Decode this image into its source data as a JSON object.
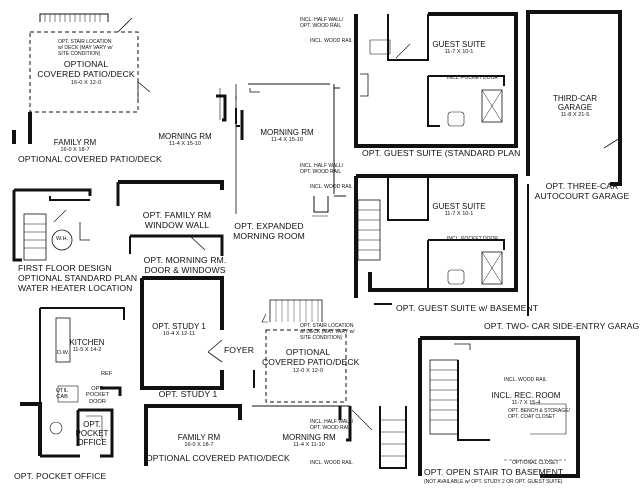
{
  "top_left": {
    "stair_note_line1": "OPT. STAIR LOCATION",
    "stair_note_line2": "w/ DECK (MAY VARY w/",
    "stair_note_line3": "SITE CONDITION)",
    "patio_line1": "OPTIONAL",
    "patio_line2": "COVERED PATIO/DECK",
    "patio_dim": "16-0 X 12-0",
    "family_title": "FAMILY RM",
    "family_dim": "16-0 X 18-7",
    "family_caption": "OPTIONAL COVERED PATIO/DECK"
  },
  "top_middle": {
    "morning_title": "MORNING RM",
    "morning_dim": "11-4 X 15-10"
  },
  "expanded": {
    "morning_title": "MORNING RM",
    "morning_dim": "11-4 X 15-10",
    "caption_line1": "OPT. EXPANDED",
    "caption_line2": "MORNING ROOM"
  },
  "family_window": {
    "caption_line1": "OPT. FAMILY RM",
    "caption_line2": "WINDOW WALL"
  },
  "morning_door": {
    "caption_line1": "OPT. MORNING RM.",
    "caption_line2": "DOOR & WINDOWS"
  },
  "water_heater": {
    "wh_label": "W.H.",
    "caption_line1": "FIRST FLOOR DESIGN",
    "caption_line2": "OPTIONAL STANDARD PLAN",
    "caption_line3": "WATER HEATER LOCATION"
  },
  "guest_standard": {
    "half_wall_line1": "INCL. HALF WALL/",
    "half_wall_line2": "OPT. WOOD RAIL",
    "wood_rail": "INCL. WOOD RAIL",
    "title": "GUEST SUITE",
    "dim": "11-7 X 10-1",
    "pocket_door": "INCL. POCKET DOOR",
    "caption": "OPT. GUEST SUITE (STANDARD PLAN"
  },
  "third_car": {
    "title_line1": "THIRD-CAR",
    "title_line2": "GARAGE",
    "dim": "11-8 X 21-5",
    "caption_line1": "OPT. THREE-CAR",
    "caption_line2": "AUTOCOURT GARAGE"
  },
  "guest_basement": {
    "half_wall_line1": "INCL. HALF WALL/",
    "half_wall_line2": "OPT. WOOD RAIL",
    "wood_rail": "INCL. WOOD RAIL",
    "title": "GUEST SUITE",
    "dim": "11-7 X 10-1",
    "pocket_door": "INCL. POCKET DOOR",
    "caption": "OPT. GUEST SUITE w/ BASEMENT"
  },
  "two_car_caption": "OPT. TWO- CAR SIDE-ENTRY GARAGE",
  "study": {
    "title": "OPT. STUDY 1",
    "dim": "10-4 X 12-11",
    "foyer": "FOYER",
    "caption": "OPT. STUDY 1"
  },
  "kitchen": {
    "title": "KITCHEN",
    "dim": "11-5 X 14-2",
    "dw": "D.W.",
    "ref": "REF",
    "util_cab_line1": "UTIL",
    "util_cab_line2": "CAB",
    "pocket_door_line1": "OPT.",
    "pocket_door_line2": "POCKET",
    "pocket_door_line3": "DOOR",
    "office_line1": "OPT.",
    "office_line2": "POCKET",
    "office_line3": "OFFICE",
    "caption": "OPT. POCKET OFFICE"
  },
  "bottom_middle": {
    "stair_note_line1": "OPT. STAIR LOCATION",
    "stair_note_line2": "w/ DECK (MAY VARY w/",
    "stair_note_line3": "SITE CONDITION)",
    "patio_line1": "OPTIONAL",
    "patio_line2": "COVERED PATIO/DECK",
    "patio_dim": "12-0 X 12-0",
    "family_title": "FAMILY RM",
    "family_dim": "16-0 X 18-7",
    "morning_title": "MORNING RM",
    "morning_dim": "11-4 X 11-10",
    "half_wall_line1": "INCL. HALF WALL/",
    "half_wall_line2": "OPT. WOOD RAIL",
    "wood_rail": "INCL. WOOD RAIL",
    "caption": "OPTIONAL COVERED PATIO/DECK"
  },
  "rec_room": {
    "wood_rail": "INCL. WOOD RAIL",
    "title": "INCL. REC. ROOM",
    "dim": "11-7 X 15-4",
    "bench_line1": "OPT. BENCH & STORAGE/",
    "bench_line2": "OPT. COAT CLOSET",
    "closet": "OPTIONAL CLOSET",
    "caption": "OPT. OPEN STAIR TO BASEMENT",
    "note": "(NOT AVAILABLE w/ OPT. STUDY 2 OR OPT. GUEST SUITE)"
  }
}
